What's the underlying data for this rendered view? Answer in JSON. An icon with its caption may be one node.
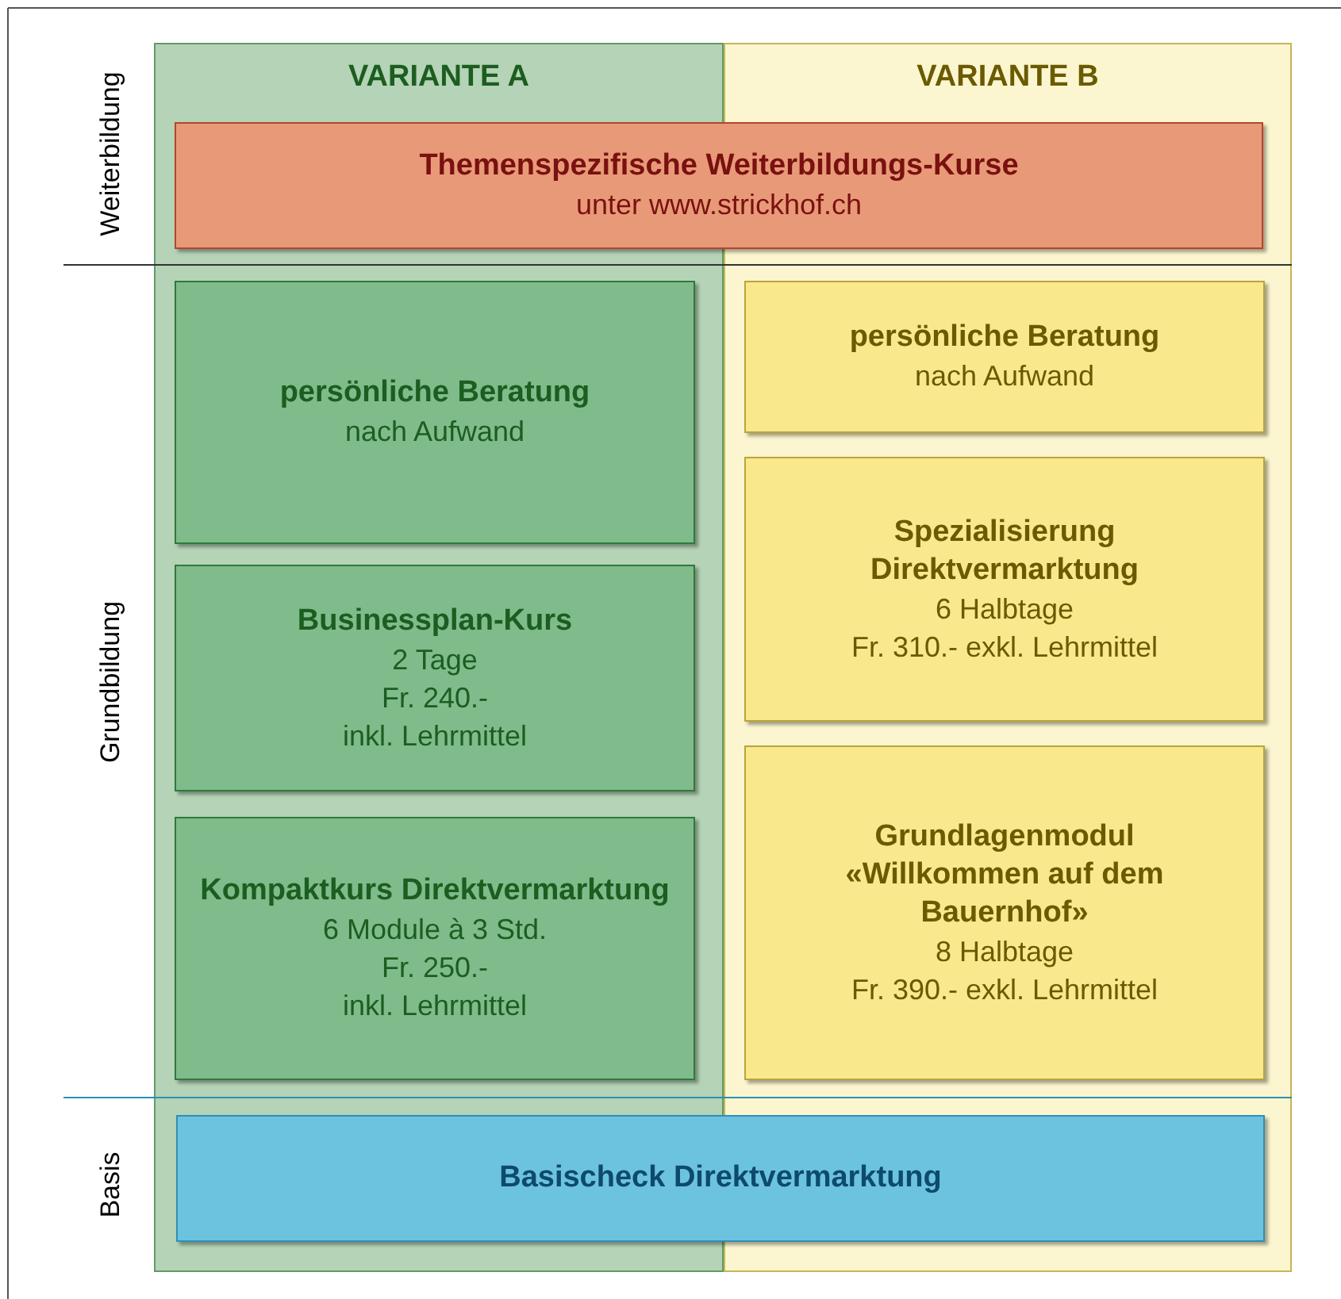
{
  "diagram": {
    "nodes": [
      {
        "text": [
          "VARIANTE A"
        ]
      },
      {
        "text": [
          "VARIANTE B"
        ]
      },
      {
        "text": [
          "Themenspezifische Weiterbildungs-Kurse",
          "unter www.strickhof.ch"
        ]
      },
      {
        "text": [
          "persönliche Beratung",
          "nach Aufwand"
        ],
        "in": 0
      },
      {
        "text": [
          "persönliche Beratung",
          "nach Aufwand"
        ],
        "in": 1
      },
      {
        "text": [
          "Businessplan-Kurs",
          "2 Tage",
          "Fr. 240.-",
          "inkl. Lehrmittel"
        ],
        "in": 0
      },
      {
        "text": [
          "Spezialisierung Direktvermarktung",
          "6 Halbtage",
          "Fr. 310.- exkl. Lehrmittel"
        ],
        "in": 1
      },
      {
        "text": [
          "Kompaktkurs Direktvermarktung",
          "6 Module à 3 Std.",
          "Fr. 250.-",
          "inkl. Lehrmittel"
        ],
        "in": 0
      },
      {
        "text": [
          "Grundlagenmodul «Willkommen auf dem Bauernhof»",
          "8 Halbtage",
          "Fr. 390.- exkl. Lehrmittel"
        ],
        "in": 1
      },
      {
        "text": [
          "Basischeck Direktvermarktung"
        ]
      }
    ],
    "labels": [
      "Weiterbildung",
      "Grundbildung",
      "Basis"
    ]
  }
}
